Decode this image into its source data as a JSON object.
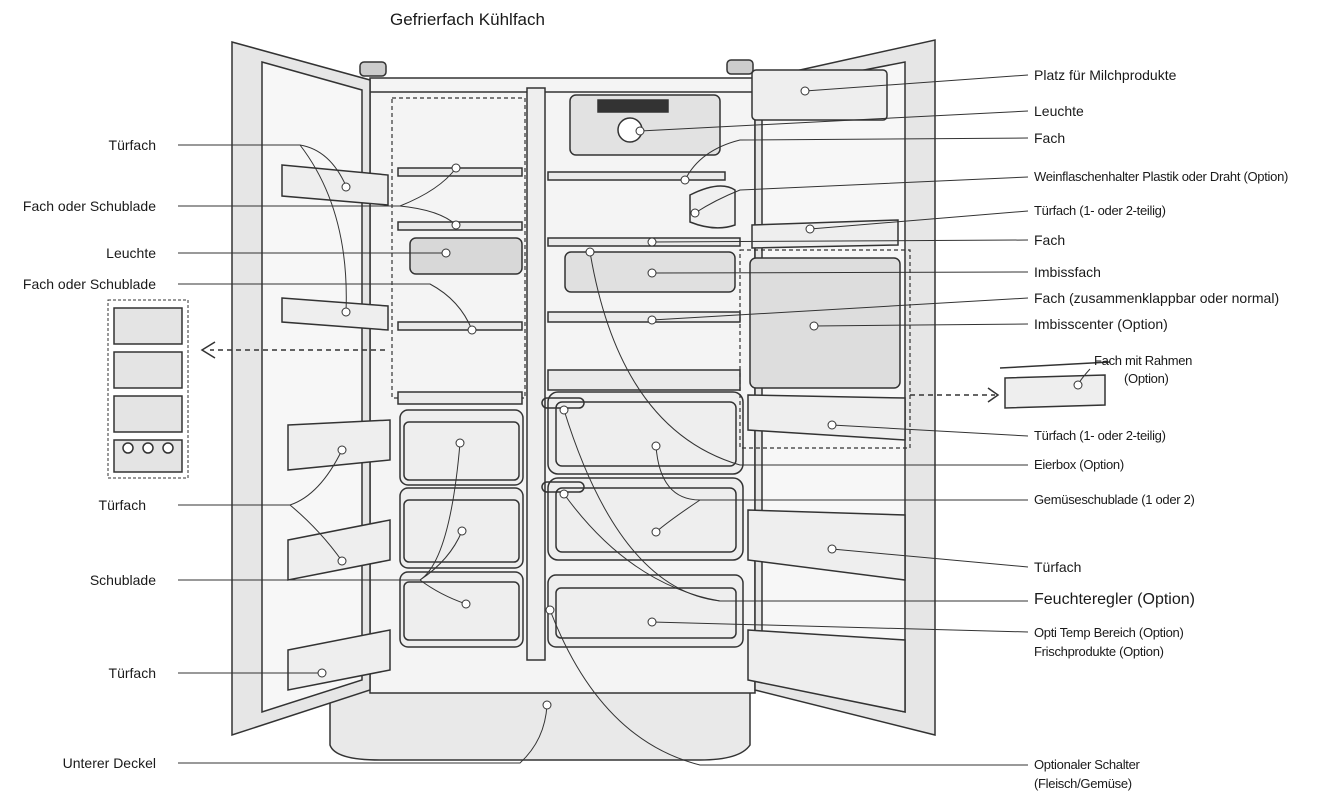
{
  "title": "Gefrierfach Kühlfach",
  "labels_left": {
    "tuerfach_1": "Türfach",
    "fach_oder_schublade_1": "Fach oder Schublade",
    "leuchte": "Leuchte",
    "fach_oder_schublade_2": "Fach oder Schublade",
    "tuerfach_2": "Türfach",
    "schublade": "Schublade",
    "tuerfach_3": "Türfach",
    "unterer_deckel": "Unterer Deckel"
  },
  "labels_right": {
    "milchprodukte": "Platz für Milchprodukte",
    "leuchte": "Leuchte",
    "fach_1": "Fach",
    "weinflaschenhalter": "Weinflaschenhalter Plastik oder Draht (Option)",
    "tuerfach_1": "Türfach (1- oder 2-teilig)",
    "fach_2": "Fach",
    "imbissfach": "Imbissfach",
    "fach_klappbar": "Fach (zusammenklappbar oder normal)",
    "imbisscenter": "Imbisscenter (Option)",
    "fach_mit_rahmen_1": "Fach mit Rahmen",
    "fach_mit_rahmen_2": "(Option)",
    "tuerfach_2": "Türfach (1- oder 2-teilig)",
    "eierbox": "Eierbox (Option)",
    "gemueseschublade": "Gemüseschublade (1 oder 2)",
    "tuerfach_3": "Türfach",
    "feuchteregler": "Feuchteregler (Option)",
    "opti_temp": "Opti Temp Bereich (Option)",
    "frischprodukte": "Frischprodukte (Option)",
    "schalter_1": "Optionaler Schalter",
    "schalter_2": "(Fleisch/Gemüse)"
  }
}
